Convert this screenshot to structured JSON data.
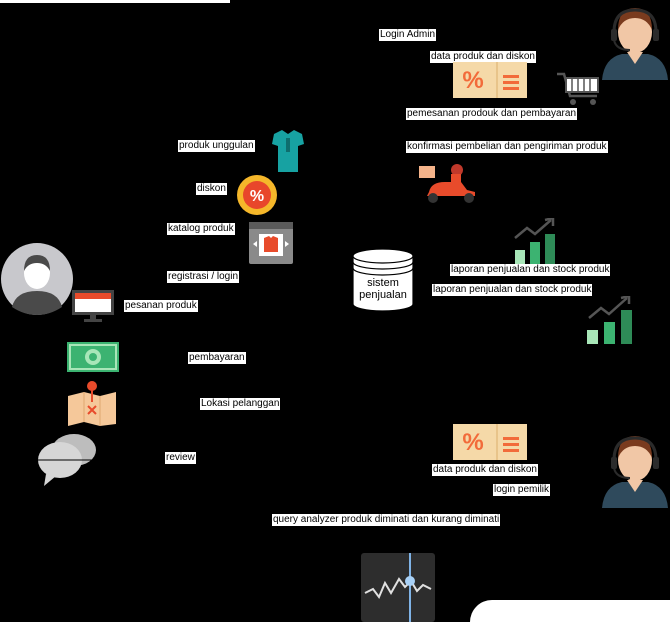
{
  "labels": {
    "login_admin": "Login Admin",
    "data_produk_diskon_admin": "data produk dan diskon",
    "pemesanan": "pemesanan prodouk dan pembayaran",
    "konfirmasi": "konfirmasi pembelian dan pengiriman produk",
    "produk_unggulan": "produk unggulan",
    "diskon": "diskon",
    "katalog": "katalog produk",
    "registrasi": "registrasi / login",
    "pesanan": "pesanan produk",
    "pembayaran": "pembayaran",
    "lokasi": "Lokasi pelanggan",
    "review": "review",
    "laporan_1": "laporan penjualan dan stock produk",
    "laporan_2": "laporan penjualan dan stock produk",
    "data_produk_diskon_pemilik": "data produk dan diskon",
    "login_pemilik": "login pemilik",
    "query_analyzer": "query analyzer produk diminati dan kurang diminati"
  },
  "database": {
    "line1": "sistem",
    "line2": "penjualan"
  },
  "colors": {
    "background": "#000000",
    "label_bg": "#ffffff",
    "green": "#3cb371",
    "orange": "#f26b3a",
    "gray_user": "#c8c8cc"
  }
}
